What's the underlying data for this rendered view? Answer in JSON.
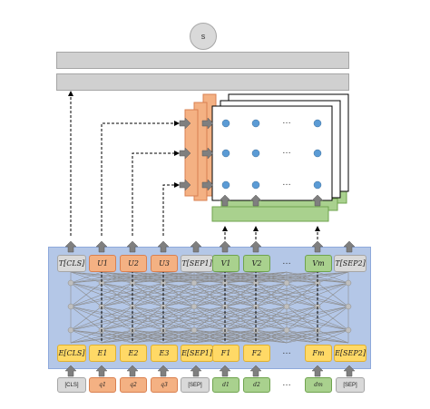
{
  "score_label": "s",
  "top_tokens": {
    "cls": "T[CLS]",
    "u1": "U1",
    "u2": "U2",
    "u3": "U3",
    "sep1": "T[SEP1]",
    "v1": "V1",
    "v2": "V2",
    "vm": "Vm",
    "sep2": "T[SEP2]",
    "ellipsis": "…"
  },
  "embeddings": {
    "cls": "E[CLS]",
    "e1": "E1",
    "e2": "E2",
    "e3": "E3",
    "sep1": "E[SEP1]",
    "f1": "F1",
    "f2": "F2",
    "fm": "Fm",
    "sep2": "E[SEP2]",
    "ellipsis": "…"
  },
  "inputs": {
    "cls": "[CLS]",
    "q1": "q1",
    "q2": "q2",
    "q3": "q3",
    "sep": "[SEP]",
    "d1": "d1",
    "d2": "d2",
    "dm": "dm",
    "sep_end": "[SEP]",
    "ellipsis": "…"
  },
  "grid_ellipsis": "…",
  "colors": {
    "orange": "#f4b183",
    "green": "#a9d18e",
    "yellow": "#ffd966",
    "blue_box": "#b4c7e7",
    "node_blue": "#5b9bd5",
    "gray": "#d9d9d9"
  }
}
